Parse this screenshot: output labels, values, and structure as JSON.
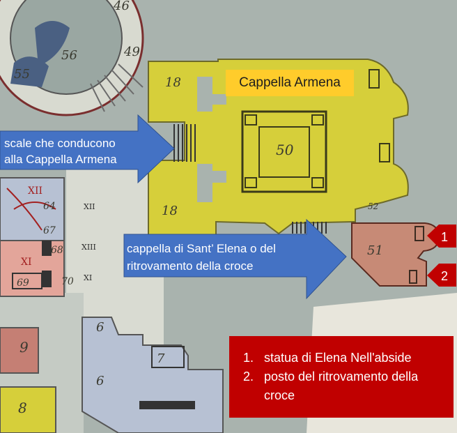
{
  "map": {
    "room_numbers": [
      "46",
      "49",
      "55",
      "56",
      "18",
      "50",
      "18",
      "52",
      "51",
      "64",
      "67",
      "68",
      "69",
      "70",
      "6",
      "7",
      "6",
      "9",
      "8"
    ],
    "roman_numerals": [
      "XII",
      "XII",
      "XIII",
      "XI",
      "XI"
    ]
  },
  "labels": {
    "cappella_armena": "Cappella Armena",
    "stairs_line1": "scale che conducono",
    "stairs_line2": "alla Cappella Armena",
    "elena_line1": "cappella di Sant’ Elena o del",
    "elena_line2": "ritrovamento della croce"
  },
  "markers": [
    {
      "number": "1",
      "color": "#c00000"
    },
    {
      "number": "2",
      "color": "#c00000"
    }
  ],
  "legend": {
    "items": [
      "statua di Elena Nell'abside",
      "posto del ritrovamento della croce"
    ]
  },
  "colors": {
    "arrow_blue": "#4472c4",
    "chapel_yellow": "#d9d23a",
    "chapel_red": "#c78a76",
    "label_yellow": "#ffcc2b",
    "legend_red": "#c00000"
  }
}
